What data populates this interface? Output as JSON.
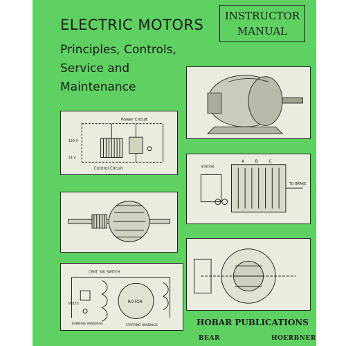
{
  "title": "ELECTRIC  MOTORS",
  "subtitle": [
    "Principles, Controls,",
    "Service and",
    "Maintenance"
  ],
  "badge": [
    "INSTRUCTOR",
    "MANUAL"
  ],
  "publisher": "HOBAR PUBLICATIONS",
  "authors": [
    "BEAR",
    "HOERBNER"
  ],
  "diagram_labels": {
    "power_circuit": "Power Circuit",
    "control_circuit": "Control Circuit",
    "v120": "120 V",
    "v24": "24 V",
    "cent_switch": "CENT. SW. SWITCH",
    "volts": "VOLTS",
    "rotor": "ROTOR",
    "running_windings": "RUNNING WINDINGS",
    "starting_windings": "STARTING WINDINGS",
    "stator_label": "STATOR",
    "to_brake": "TO BRAKE",
    "phase_a": "A",
    "phase_b": "B",
    "phase_c": "C"
  },
  "colors": {
    "cover": "#5fd163",
    "panel": "#e9ecde",
    "ink": "#1a1a1a"
  }
}
